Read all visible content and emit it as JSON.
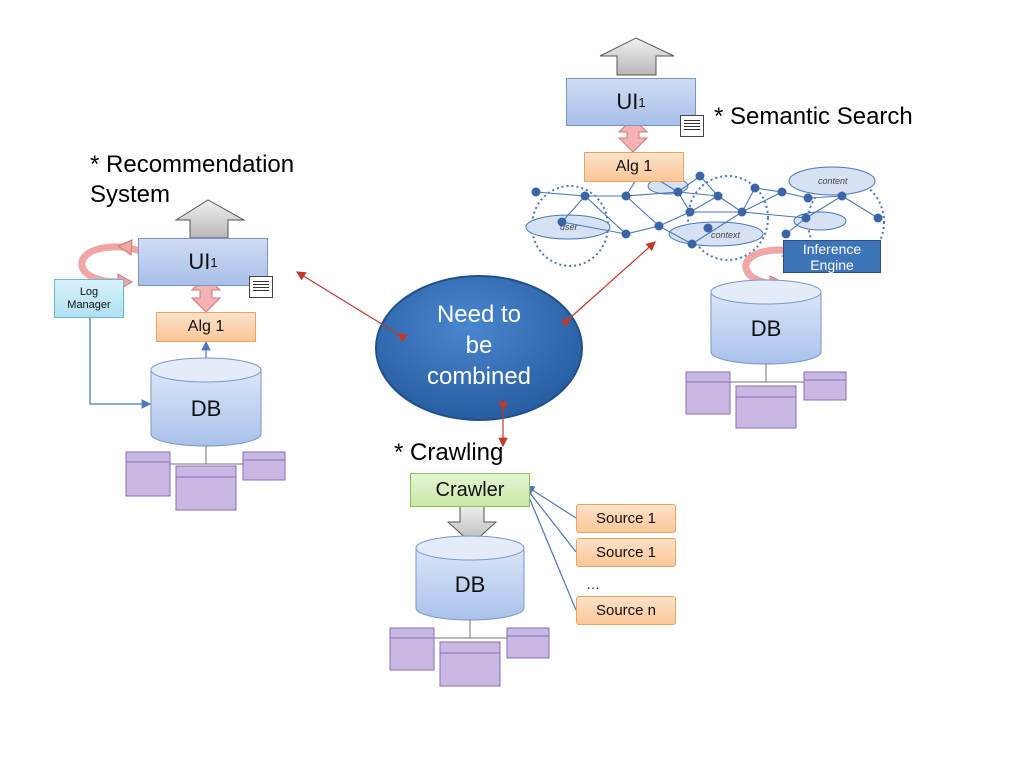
{
  "center": {
    "label": "Need to\nbe\ncombined"
  },
  "recommendation": {
    "title": "* Recommendation\nSystem",
    "ui_label": "UI",
    "ui_sub": "1",
    "alg_label": "Alg 1",
    "log_manager_label": "Log\nManager",
    "db_label": "DB"
  },
  "semantic": {
    "title": "* Semantic Search",
    "ui_label": "UI",
    "ui_sub": "1",
    "alg_label": "Alg 1",
    "inference_label": "Inference\nEngine",
    "db_label": "DB",
    "ontology_labels": [
      "user",
      "context",
      "content"
    ]
  },
  "crawling": {
    "title": "* Crawling",
    "crawler_label": "Crawler",
    "db_label": "DB",
    "sources": [
      "Source 1",
      "Source 1",
      "Source n"
    ],
    "ellipsis": "…"
  },
  "colors": {
    "center_fill": "#2f6db5",
    "db_fill": "#bcd0f0",
    "table_fill": "#c9b7e4",
    "red_arrow": "#c0392b",
    "blue_arrow": "#4a78b8",
    "pink_arrow": "#f4a8a8"
  }
}
